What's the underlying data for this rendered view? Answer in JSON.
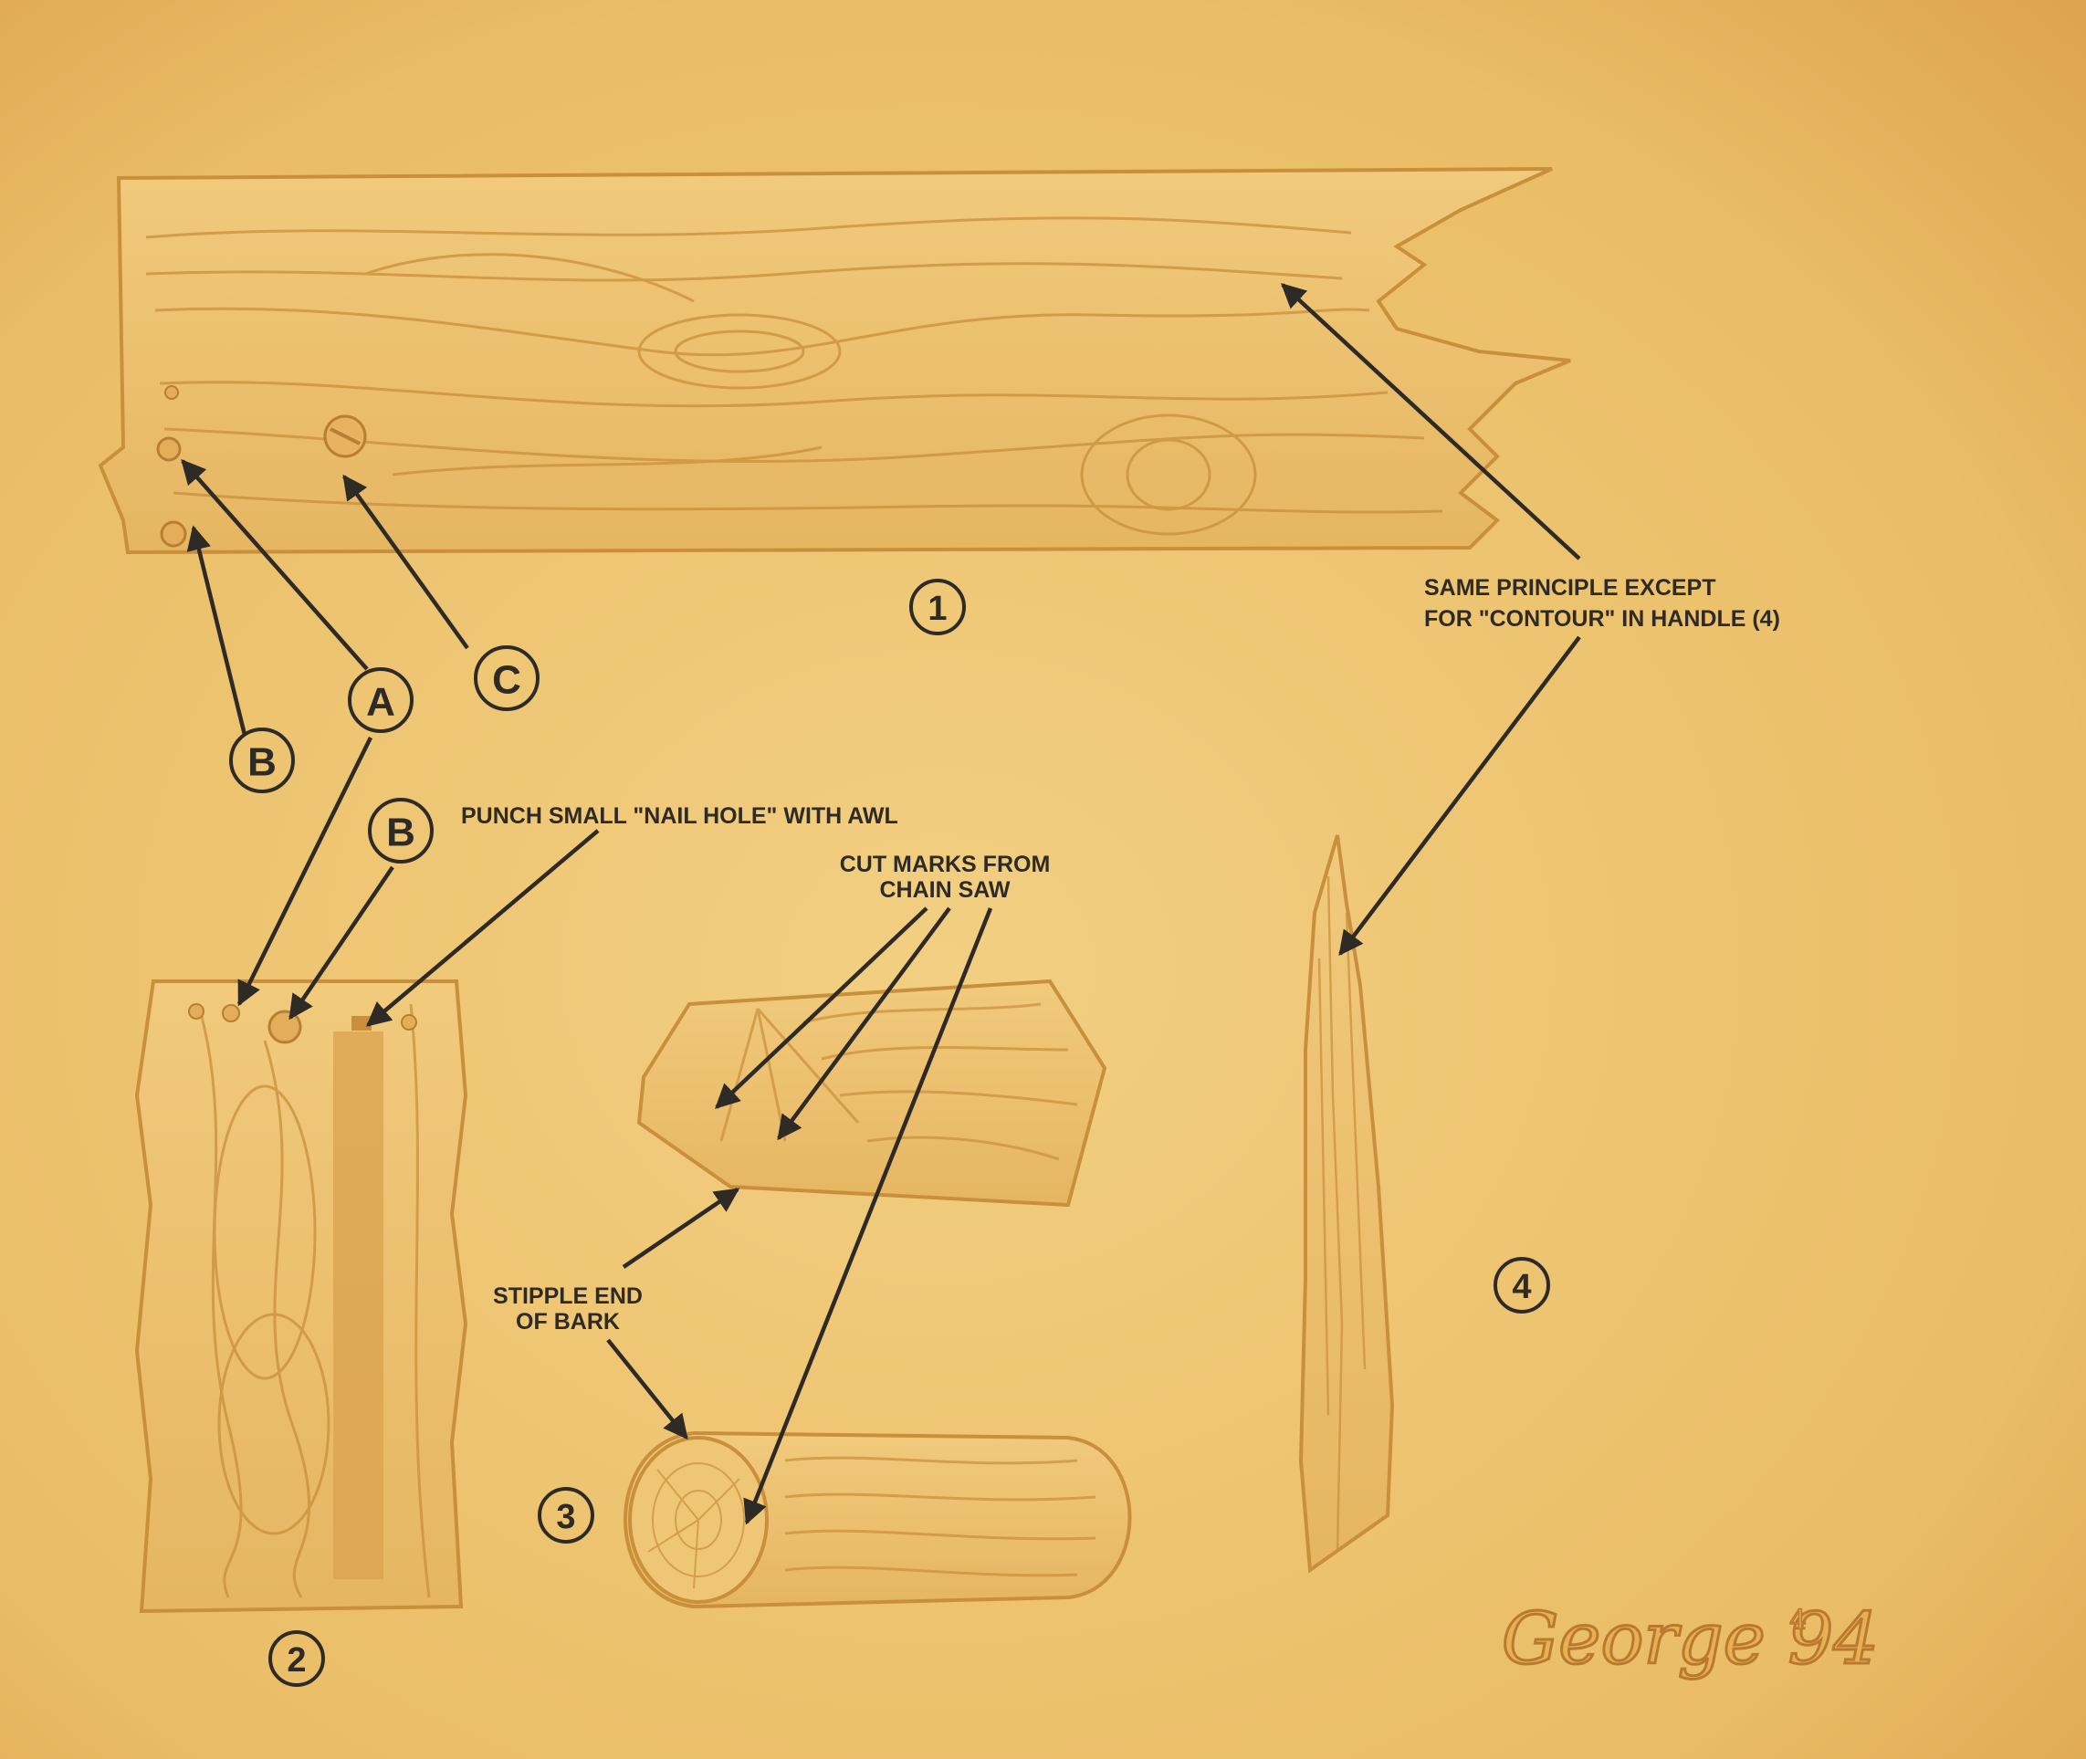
{
  "figures": {
    "board": {
      "number": "1"
    },
    "plank": {
      "number": "2"
    },
    "logs": {
      "number": "3"
    },
    "handle": {
      "number": "4"
    }
  },
  "callouts": {
    "a_upper": "A",
    "b_upper": "B",
    "c_upper": "C",
    "b_lower": "B"
  },
  "notes": {
    "same_principle_line1": "SAME PRINCIPLE EXCEPT",
    "same_principle_line2": "FOR \"CONTOUR\" IN HANDLE (4)",
    "punch_nail_hole": "PUNCH SMALL \"NAIL HOLE\" WITH AWL",
    "cut_marks_line1": "CUT  MARKS FROM",
    "cut_marks_line2": "CHAIN SAW",
    "stipple_line1": "STIPPLE END",
    "stipple_line2": "OF BARK"
  },
  "signature": "George 94",
  "colors": {
    "background": "#e8b85c",
    "wood_light": "#f0c878",
    "grain": "#c98f3c",
    "ink": "#2e2a26"
  }
}
